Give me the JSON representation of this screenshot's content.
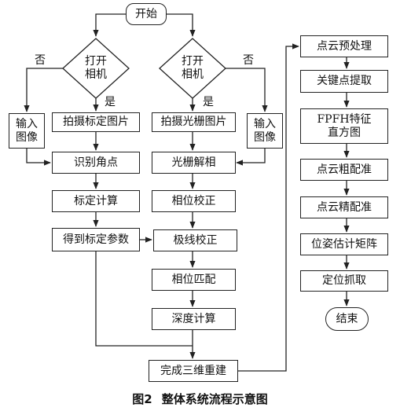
{
  "nodes": {
    "start": "开始",
    "decision_left": [
      "打开",
      "相机"
    ],
    "decision_right": [
      "打开",
      "相机"
    ],
    "no_label": "否",
    "yes_label": "是",
    "input_left": [
      "输入",
      "图像"
    ],
    "input_right": [
      "输入",
      "图像"
    ],
    "capture_calib": "拍摄标定图片",
    "capture_grating": "拍摄光栅图片",
    "detect_corners": "识别角点",
    "grating_decode": "光栅解相",
    "calibration_compute": "标定计算",
    "phase_correction": "相位校正",
    "calib_params": "得到标定参数",
    "epipolar_correction": "极线校正",
    "phase_matching": "相位匹配",
    "depth_compute": "深度计算",
    "reconstruction": "完成三维重建",
    "cloud_preprocess": "点云预处理",
    "keypoint_extract": "关键点提取",
    "fpfh_histogram": [
      "FPFH特征",
      "直方图"
    ],
    "coarse_registration": "点云粗配准",
    "fine_registration": "点云精配准",
    "pose_matrix": "位姿估计矩阵",
    "grasp": "定位抓取",
    "end": "结束"
  },
  "caption": {
    "figure_no": "图2",
    "title": "整体系统流程示意图"
  }
}
